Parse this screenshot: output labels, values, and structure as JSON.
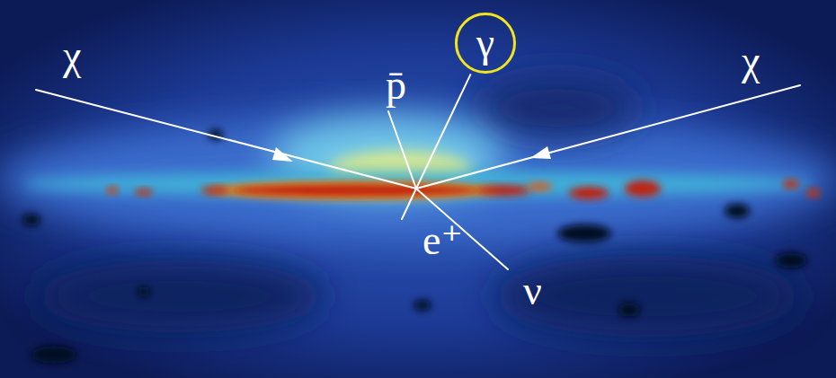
{
  "diagram": {
    "nodes": [
      {
        "text": [
          "γ"
        ]
      }
    ],
    "labels": [
      "χ",
      "p̄",
      "χ",
      "e⁺",
      "ν"
    ]
  }
}
